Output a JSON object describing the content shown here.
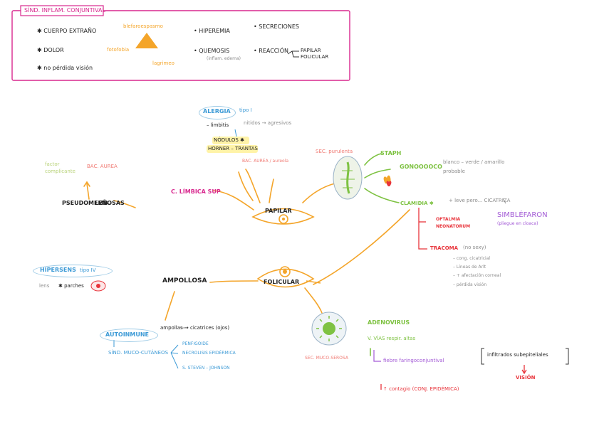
{
  "colors": {
    "magenta": "#d8288e",
    "orange": "#f4a52a",
    "green": "#7ec242",
    "red": "#e8343b",
    "blue": "#3c9ad6",
    "purple": "#a35bd6",
    "salmon": "#f07a73",
    "gray": "#8c8c8c",
    "lime": "#b9d37a"
  },
  "header": {
    "title": "SÍND. INFLAM. CONJUNTIVAL",
    "causes": [
      "✱ CUERPO EXTRAÑO",
      "✱ DOLOR",
      "✱ no pérdida visión"
    ],
    "triangle_labels": {
      "top": "blefaroespasmo",
      "left": "fotofobia",
      "right": "lagrimeo"
    },
    "signs": [
      "• HIPEREMIA",
      "• QUEMOSIS",
      "(inflam. edema)",
      "• SECRECIONES",
      "• REACCIÓN"
    ],
    "reaction_types": [
      "PAPILAR",
      "FOLICULAR"
    ]
  },
  "left": {
    "factor": [
      "factor",
      "complicante"
    ],
    "bac": "BAC. AUREA",
    "pseudo": [
      "PSEUDOMEMB.",
      "LEÑOSAS"
    ],
    "hipersens": "HIPERSENS",
    "hipersens_type": "tipo IV",
    "lens": "lens",
    "parches": "✱ parches",
    "ampollosa": "AMPOLLOSA",
    "autoinmune": "AUTOINMUNE",
    "ampollas": "ampollas → cicatrices (ojos)",
    "sind": "SÍND. MUCO-CUTÁNEOS",
    "sind_items": [
      "PENFIGOIDE",
      "NECROLISIS EPIDÉRMICA",
      "S. STEVEN – JOHNSON"
    ]
  },
  "center": {
    "alergia": "ALERGIA",
    "alergia_type": "tipo I",
    "limbitis": "– limbitis",
    "nitidos": "nitidos → agresivos",
    "nodulos": "NÓDULOS ✱",
    "horner": "HORNER – TRANTAS",
    "bac_small": "BAC. AUREA / aureola",
    "climbica": "C. LÍMBICA SUP",
    "papilar": "PAPILAR",
    "folicular": "FOLICULAR"
  },
  "right": {
    "sec_purulenta": "SEC. purulenta",
    "staph": "STAPH",
    "gonococo": "GONOOOOCO",
    "gono_desc": [
      "blanco – verde / amarillo",
      "probable"
    ],
    "clamidia": "CLAMIDIA ✱",
    "clamidia_desc": "+ leve pero... CICATRIZA",
    "simblefaron": "SIMBLÉFARON",
    "simble_desc": "(pliegue en cloaca)",
    "oftalmia": [
      "OFTALMIA",
      "NEONATORUM"
    ],
    "tracoma": "TRACOMA",
    "tracoma_note": "(no sexy)",
    "tracoma_items": [
      "– cong. cicatricial",
      "– Líneas de Arlt",
      "– + afectación corneal",
      "– pérdida visión"
    ],
    "sec_muco": "SEC. MUCO-SEROSA",
    "adenovirus": "ADENOVIRUS",
    "vias": "V. VÍAS respir. altas",
    "fiebre": "fiebre faringoconjuntival",
    "infiltrados": "infiltrados subepiteliales",
    "vision": "VISIÓN",
    "contagio": "↑ contagio (CONJ. EPIDÉMICA)"
  }
}
